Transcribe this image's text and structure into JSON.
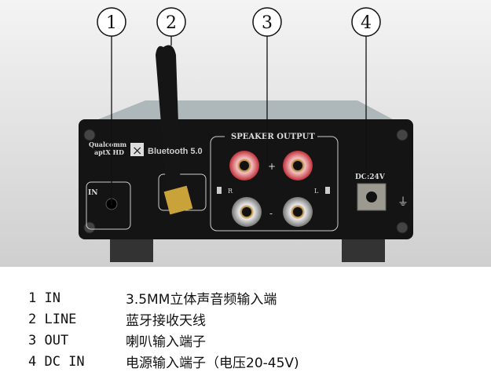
{
  "panel": {
    "speaker_output_label": "SPEAKER OUTPUT",
    "dc_label": "DC:24V",
    "in_label": "IN",
    "brand_qualcomm": "Qualcomm",
    "brand_aptx": "aptX HD",
    "brand_bluetooth": "Bluetooth 5.0",
    "plus": "+",
    "minus": "-",
    "right": "R",
    "left": "L"
  },
  "callouts": [
    "1",
    "2",
    "3",
    "4"
  ],
  "legend": [
    {
      "code": "1 IN",
      "desc": "3.5MM立体声音频输入端"
    },
    {
      "code": "2 LINE",
      "desc": "蓝牙接收天线"
    },
    {
      "code": "3 OUT",
      "desc": "喇叭输入端子"
    },
    {
      "code": "4 DC IN",
      "desc": "电源输入端子（电压20-45V)"
    }
  ]
}
